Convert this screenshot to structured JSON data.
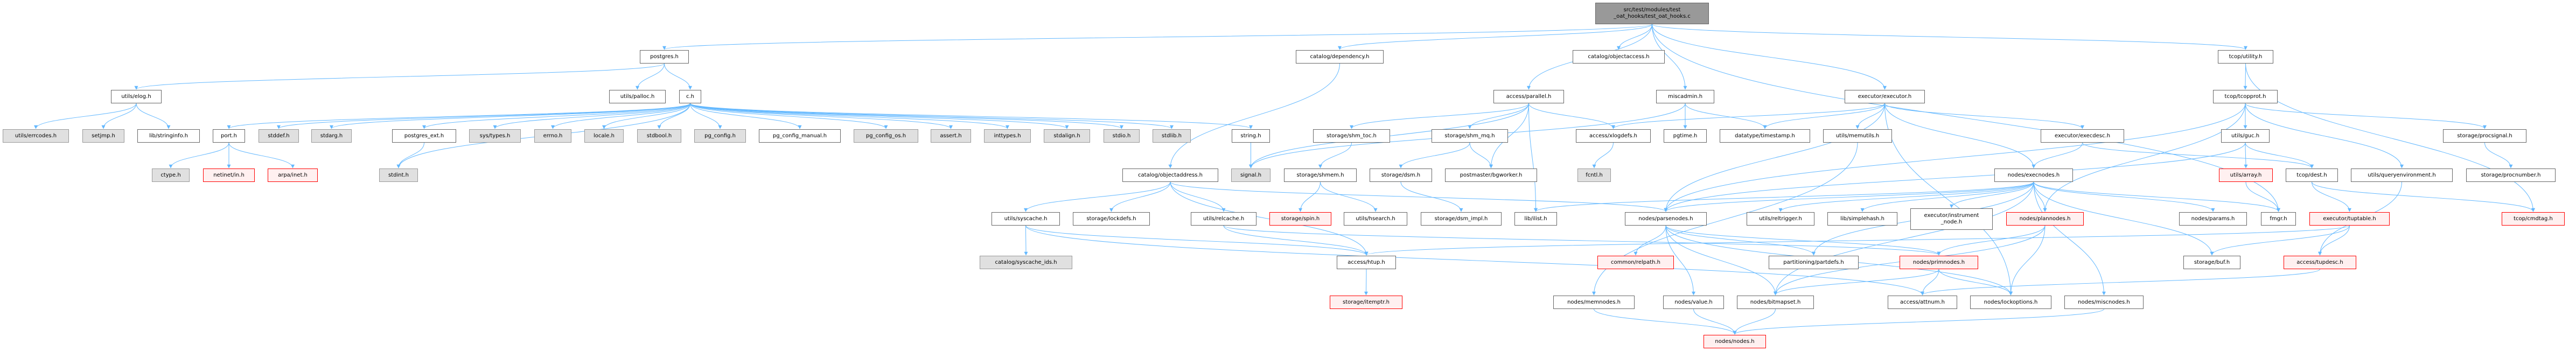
{
  "colors": {
    "edge": "#63b8ff",
    "node_border": "#666666",
    "external_fill": "#e0e0e0",
    "missing_border": "#ff0000",
    "missing_fill": "#fff0f0",
    "root_fill": "#999999"
  },
  "nodes": [
    {
      "id": "main",
      "label": "src/test/modules/test\n_oat_hooks/test_oat_hooks.c",
      "kind": "main"
    },
    {
      "id": "postgres",
      "label": "postgres.h",
      "kind": "white"
    },
    {
      "id": "dependency",
      "label": "catalog/dependency.h",
      "kind": "white"
    },
    {
      "id": "objectaccess",
      "label": "catalog/objectaccess.h",
      "kind": "white"
    },
    {
      "id": "utility",
      "label": "tcop/utility.h",
      "kind": "white"
    },
    {
      "id": "elog",
      "label": "utils/elog.h",
      "kind": "white"
    },
    {
      "id": "palloc",
      "label": "utils/palloc.h",
      "kind": "white"
    },
    {
      "id": "c",
      "label": "c.h",
      "kind": "white"
    },
    {
      "id": "parallel",
      "label": "access/parallel.h",
      "kind": "white"
    },
    {
      "id": "miscadmin",
      "label": "miscadmin.h",
      "kind": "white"
    },
    {
      "id": "executor",
      "label": "executor/executor.h",
      "kind": "white"
    },
    {
      "id": "tcopprot",
      "label": "tcop/tcopprot.h",
      "kind": "white"
    },
    {
      "id": "errcodes",
      "label": "utils/errcodes.h",
      "kind": "gray"
    },
    {
      "id": "setjmp",
      "label": "setjmp.h",
      "kind": "gray"
    },
    {
      "id": "stringinfo",
      "label": "lib/stringinfo.h",
      "kind": "white"
    },
    {
      "id": "port",
      "label": "port.h",
      "kind": "white"
    },
    {
      "id": "stddef",
      "label": "stddef.h",
      "kind": "gray"
    },
    {
      "id": "stdarg",
      "label": "stdarg.h",
      "kind": "gray"
    },
    {
      "id": "postgres_ext",
      "label": "postgres_ext.h",
      "kind": "white"
    },
    {
      "id": "systypes",
      "label": "sys/types.h",
      "kind": "gray"
    },
    {
      "id": "errno",
      "label": "errno.h",
      "kind": "gray"
    },
    {
      "id": "locale",
      "label": "locale.h",
      "kind": "gray"
    },
    {
      "id": "stdbool",
      "label": "stdbool.h",
      "kind": "gray"
    },
    {
      "id": "pg_config",
      "label": "pg_config.h",
      "kind": "gray"
    },
    {
      "id": "pg_config_manual",
      "label": "pg_config_manual.h",
      "kind": "white"
    },
    {
      "id": "pg_config_os",
      "label": "pg_config_os.h",
      "kind": "gray"
    },
    {
      "id": "assert",
      "label": "assert.h",
      "kind": "gray"
    },
    {
      "id": "inttypes",
      "label": "inttypes.h",
      "kind": "gray"
    },
    {
      "id": "stdalign",
      "label": "stdalign.h",
      "kind": "gray"
    },
    {
      "id": "stdio",
      "label": "stdio.h",
      "kind": "gray"
    },
    {
      "id": "stdlib",
      "label": "stdlib.h",
      "kind": "gray"
    },
    {
      "id": "string",
      "label": "string.h",
      "kind": "white"
    },
    {
      "id": "shm_toc",
      "label": "storage/shm_toc.h",
      "kind": "white"
    },
    {
      "id": "shm_mq",
      "label": "storage/shm_mq.h",
      "kind": "white"
    },
    {
      "id": "xlogdefs",
      "label": "access/xlogdefs.h",
      "kind": "white"
    },
    {
      "id": "pgtime",
      "label": "pgtime.h",
      "kind": "white"
    },
    {
      "id": "timestamp",
      "label": "datatype/timestamp.h",
      "kind": "white"
    },
    {
      "id": "memutils",
      "label": "utils/memutils.h",
      "kind": "white"
    },
    {
      "id": "execdesc",
      "label": "executor/execdesc.h",
      "kind": "white"
    },
    {
      "id": "guc",
      "label": "utils/guc.h",
      "kind": "white"
    },
    {
      "id": "procsignal",
      "label": "storage/procsignal.h",
      "kind": "white"
    },
    {
      "id": "ctype",
      "label": "ctype.h",
      "kind": "gray"
    },
    {
      "id": "netinet",
      "label": "netinet/in.h",
      "kind": "red"
    },
    {
      "id": "arpa",
      "label": "arpa/inet.h",
      "kind": "red"
    },
    {
      "id": "stdint",
      "label": "stdint.h",
      "kind": "gray"
    },
    {
      "id": "objectaddress",
      "label": "catalog/objectaddress.h",
      "kind": "white"
    },
    {
      "id": "signal",
      "label": "signal.h",
      "kind": "gray"
    },
    {
      "id": "shmem",
      "label": "storage/shmem.h",
      "kind": "white"
    },
    {
      "id": "dsm",
      "label": "storage/dsm.h",
      "kind": "white"
    },
    {
      "id": "bgworker",
      "label": "postmaster/bgworker.h",
      "kind": "white"
    },
    {
      "id": "fcntl",
      "label": "fcntl.h",
      "kind": "gray"
    },
    {
      "id": "execnodes",
      "label": "nodes/execnodes.h",
      "kind": "white"
    },
    {
      "id": "array",
      "label": "utils/array.h",
      "kind": "red"
    },
    {
      "id": "dest",
      "label": "tcop/dest.h",
      "kind": "white"
    },
    {
      "id": "queryenv",
      "label": "utils/queryenvironment.h",
      "kind": "white"
    },
    {
      "id": "procnumber",
      "label": "storage/procnumber.h",
      "kind": "white"
    },
    {
      "id": "syscache",
      "label": "utils/syscache.h",
      "kind": "white"
    },
    {
      "id": "lockdefs",
      "label": "storage/lockdefs.h",
      "kind": "white"
    },
    {
      "id": "relcache",
      "label": "utils/relcache.h",
      "kind": "white"
    },
    {
      "id": "spin",
      "label": "storage/spin.h",
      "kind": "red"
    },
    {
      "id": "hsearch",
      "label": "utils/hsearch.h",
      "kind": "white"
    },
    {
      "id": "dsm_impl",
      "label": "storage/dsm_impl.h",
      "kind": "white"
    },
    {
      "id": "ilist",
      "label": "lib/ilist.h",
      "kind": "white"
    },
    {
      "id": "parsenodes",
      "label": "nodes/parsenodes.h",
      "kind": "white"
    },
    {
      "id": "reltrigger",
      "label": "utils/reltrigger.h",
      "kind": "white"
    },
    {
      "id": "simplehash",
      "label": "lib/simplehash.h",
      "kind": "white"
    },
    {
      "id": "instrument",
      "label": "executor/instrument\n_node.h",
      "kind": "white"
    },
    {
      "id": "plannodes",
      "label": "nodes/plannodes.h",
      "kind": "red"
    },
    {
      "id": "params",
      "label": "nodes/params.h",
      "kind": "white"
    },
    {
      "id": "fmgr",
      "label": "fmgr.h",
      "kind": "white"
    },
    {
      "id": "tuptable",
      "label": "executor/tuptable.h",
      "kind": "red"
    },
    {
      "id": "cmdtag",
      "label": "tcop/cmdtag.h",
      "kind": "red"
    },
    {
      "id": "syscache_ids",
      "label": "catalog/syscache_ids.h",
      "kind": "gray"
    },
    {
      "id": "htup",
      "label": "access/htup.h",
      "kind": "white"
    },
    {
      "id": "relpath",
      "label": "common/relpath.h",
      "kind": "red"
    },
    {
      "id": "partdefs",
      "label": "partitioning/partdefs.h",
      "kind": "white"
    },
    {
      "id": "primnodes",
      "label": "nodes/primnodes.h",
      "kind": "red"
    },
    {
      "id": "buf",
      "label": "storage/buf.h",
      "kind": "white"
    },
    {
      "id": "tupdesc",
      "label": "access/tupdesc.h",
      "kind": "red"
    },
    {
      "id": "itemptr",
      "label": "storage/itemptr.h",
      "kind": "red"
    },
    {
      "id": "memnodes",
      "label": "nodes/memnodes.h",
      "kind": "white"
    },
    {
      "id": "value",
      "label": "nodes/value.h",
      "kind": "white"
    },
    {
      "id": "bitmapset",
      "label": "nodes/bitmapset.h",
      "kind": "white"
    },
    {
      "id": "attnum",
      "label": "access/attnum.h",
      "kind": "white"
    },
    {
      "id": "lockoptions",
      "label": "nodes/lockoptions.h",
      "kind": "white"
    },
    {
      "id": "miscnodes",
      "label": "nodes/miscnodes.h",
      "kind": "white"
    },
    {
      "id": "nodes",
      "label": "nodes/nodes.h",
      "kind": "red"
    }
  ],
  "edges": [
    [
      "main",
      "postgres"
    ],
    [
      "main",
      "dependency"
    ],
    [
      "main",
      "objectaccess"
    ],
    [
      "main",
      "parallel"
    ],
    [
      "main",
      "miscadmin"
    ],
    [
      "main",
      "executor"
    ],
    [
      "main",
      "utility"
    ],
    [
      "main",
      "fmgr"
    ],
    [
      "postgres",
      "elog"
    ],
    [
      "postgres",
      "palloc"
    ],
    [
      "postgres",
      "c"
    ],
    [
      "elog",
      "errcodes"
    ],
    [
      "elog",
      "setjmp"
    ],
    [
      "elog",
      "stringinfo"
    ],
    [
      "c",
      "port"
    ],
    [
      "c",
      "stddef"
    ],
    [
      "c",
      "stdarg"
    ],
    [
      "c",
      "postgres_ext"
    ],
    [
      "c",
      "systypes"
    ],
    [
      "c",
      "errno"
    ],
    [
      "c",
      "locale"
    ],
    [
      "c",
      "stdbool"
    ],
    [
      "c",
      "pg_config"
    ],
    [
      "c",
      "pg_config_manual"
    ],
    [
      "c",
      "pg_config_os"
    ],
    [
      "c",
      "assert"
    ],
    [
      "c",
      "inttypes"
    ],
    [
      "c",
      "stdalign"
    ],
    [
      "c",
      "stdio"
    ],
    [
      "c",
      "stdlib"
    ],
    [
      "c",
      "string"
    ],
    [
      "c",
      "stdint"
    ],
    [
      "port",
      "ctype"
    ],
    [
      "port",
      "netinet"
    ],
    [
      "port",
      "arpa"
    ],
    [
      "postgres_ext",
      "stdint"
    ],
    [
      "string",
      "signal"
    ],
    [
      "dependency",
      "objectaddress"
    ],
    [
      "objectaddress",
      "syscache"
    ],
    [
      "objectaddress",
      "lockdefs"
    ],
    [
      "objectaddress",
      "relcache"
    ],
    [
      "objectaddress",
      "htup"
    ],
    [
      "objectaddress",
      "parsenodes"
    ],
    [
      "syscache",
      "syscache_ids"
    ],
    [
      "syscache",
      "htup"
    ],
    [
      "syscache",
      "attnum"
    ],
    [
      "relcache",
      "htup"
    ],
    [
      "relcache",
      "primnodes"
    ],
    [
      "parallel",
      "signal"
    ],
    [
      "parallel",
      "shm_toc"
    ],
    [
      "parallel",
      "shm_mq"
    ],
    [
      "parallel",
      "bgworker"
    ],
    [
      "parallel",
      "ilist"
    ],
    [
      "parallel",
      "xlogdefs"
    ],
    [
      "miscadmin",
      "signal"
    ],
    [
      "miscadmin",
      "pgtime"
    ],
    [
      "miscadmin",
      "timestamp"
    ],
    [
      "shm_toc",
      "shmem"
    ],
    [
      "shm_mq",
      "dsm"
    ],
    [
      "shm_mq",
      "bgworker"
    ],
    [
      "shmem",
      "spin"
    ],
    [
      "shmem",
      "hsearch"
    ],
    [
      "dsm",
      "dsm_impl"
    ],
    [
      "xlogdefs",
      "fcntl"
    ],
    [
      "executor",
      "xlogdefs"
    ],
    [
      "executor",
      "timestamp"
    ],
    [
      "executor",
      "memutils"
    ],
    [
      "executor",
      "execdesc"
    ],
    [
      "executor",
      "parsenodes"
    ],
    [
      "executor",
      "lockoptions"
    ],
    [
      "executor",
      "execnodes"
    ],
    [
      "memutils",
      "memnodes"
    ],
    [
      "execdesc",
      "execnodes"
    ],
    [
      "execdesc",
      "dest"
    ],
    [
      "execnodes",
      "ilist"
    ],
    [
      "execnodes",
      "parsenodes"
    ],
    [
      "execnodes",
      "reltrigger"
    ],
    [
      "execnodes",
      "simplehash"
    ],
    [
      "execnodes",
      "instrument"
    ],
    [
      "execnodes",
      "plannodes"
    ],
    [
      "execnodes",
      "params"
    ],
    [
      "execnodes",
      "fmgr"
    ],
    [
      "execnodes",
      "buf"
    ],
    [
      "execnodes",
      "partdefs"
    ],
    [
      "execnodes",
      "miscnodes"
    ],
    [
      "execnodes",
      "bitmapset"
    ],
    [
      "utility",
      "tcopprot"
    ],
    [
      "utility",
      "cmdtag"
    ],
    [
      "tcopprot",
      "guc"
    ],
    [
      "tcopprot",
      "procsignal"
    ],
    [
      "tcopprot",
      "queryenv"
    ],
    [
      "tcopprot",
      "plannodes"
    ],
    [
      "tcopprot",
      "parsenodes"
    ],
    [
      "guc",
      "array"
    ],
    [
      "guc",
      "dest"
    ],
    [
      "guc",
      "parsenodes"
    ],
    [
      "procsignal",
      "procnumber"
    ],
    [
      "array",
      "fmgr"
    ],
    [
      "dest",
      "tuptable"
    ],
    [
      "dest",
      "cmdtag"
    ],
    [
      "queryenv",
      "tupdesc"
    ],
    [
      "tuptable",
      "tupdesc"
    ],
    [
      "tuptable",
      "buf"
    ],
    [
      "tuptable",
      "htup"
    ],
    [
      "parsenodes",
      "relpath"
    ],
    [
      "parsenodes",
      "value"
    ],
    [
      "parsenodes",
      "bitmapset"
    ],
    [
      "parsenodes",
      "partdefs"
    ],
    [
      "parsenodes",
      "primnodes"
    ],
    [
      "parsenodes",
      "lockoptions"
    ],
    [
      "plannodes",
      "primnodes"
    ],
    [
      "plannodes",
      "lockoptions"
    ],
    [
      "plannodes",
      "bitmapset"
    ],
    [
      "primnodes",
      "attnum"
    ],
    [
      "primnodes",
      "lockoptions"
    ],
    [
      "primnodes",
      "bitmapset"
    ],
    [
      "htup",
      "itemptr"
    ],
    [
      "tupdesc",
      "attnum"
    ],
    [
      "memnodes",
      "nodes"
    ],
    [
      "value",
      "nodes"
    ],
    [
      "bitmapset",
      "nodes"
    ],
    [
      "miscnodes",
      "nodes"
    ]
  ]
}
